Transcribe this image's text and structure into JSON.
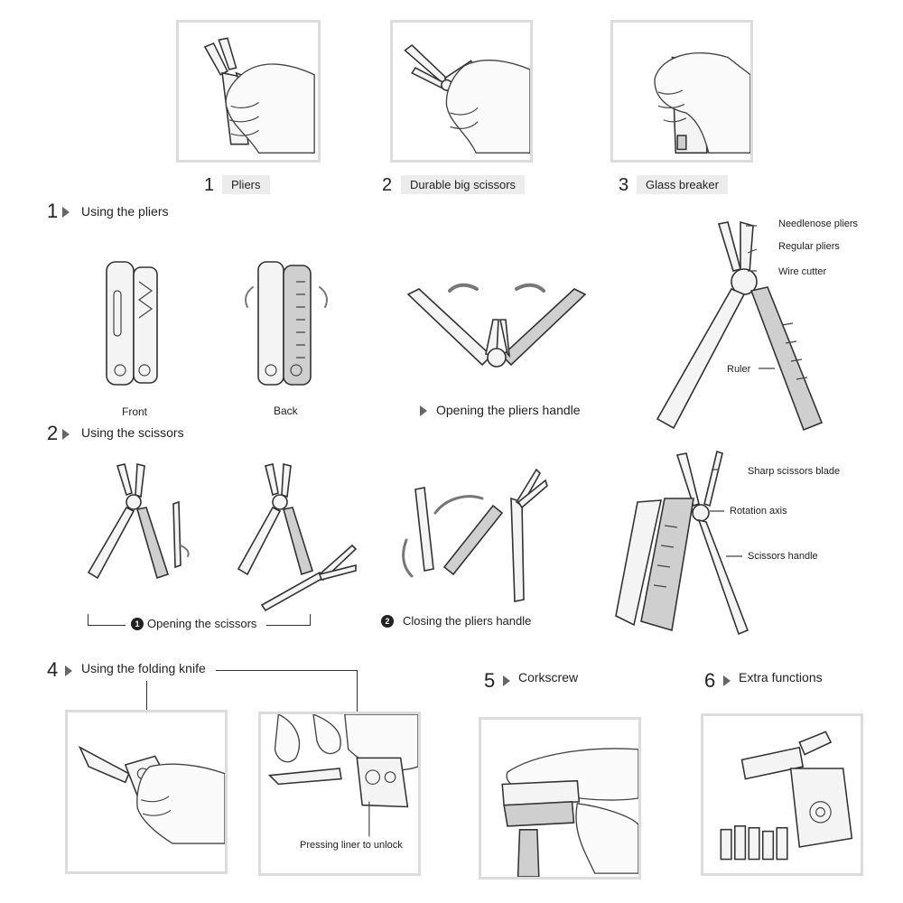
{
  "top_features": [
    {
      "num": "1",
      "label": "Pliers"
    },
    {
      "num": "2",
      "label": "Durable big scissors"
    },
    {
      "num": "3",
      "label": "Glass breaker"
    }
  ],
  "sections": {
    "pliers": {
      "num": "1",
      "title": "Using the pliers",
      "front": "Front",
      "back": "Back",
      "opening": "Opening the pliers handle"
    },
    "scissors": {
      "num": "2",
      "title": "Using the scissors",
      "step1_num": "1",
      "step1": "Opening the scissors",
      "step2_num": "2",
      "step2": "Closing the pliers handle"
    },
    "knife": {
      "num": "4",
      "title": "Using the folding knife",
      "unlock": "Pressing liner to unlock"
    },
    "corkscrew": {
      "num": "5",
      "title": "Corkscrew"
    },
    "extra": {
      "num": "6",
      "title": "Extra functions"
    }
  },
  "callouts": {
    "pliers": [
      "Needlenose pliers",
      "Regular pliers",
      "Wire cutter",
      "Ruler"
    ],
    "scissors": [
      "Sharp scissors blade",
      "Rotation axis",
      "Scissors handle"
    ]
  },
  "icons": [
    "step-arrow-icon",
    "rotate-arrow-icon",
    "hand-illustration",
    "multitool-illustration"
  ],
  "colors": {
    "frame_border": "#dcdcdc",
    "pill_bg": "#ececec",
    "text": "#222222",
    "arrow": "#777777"
  }
}
